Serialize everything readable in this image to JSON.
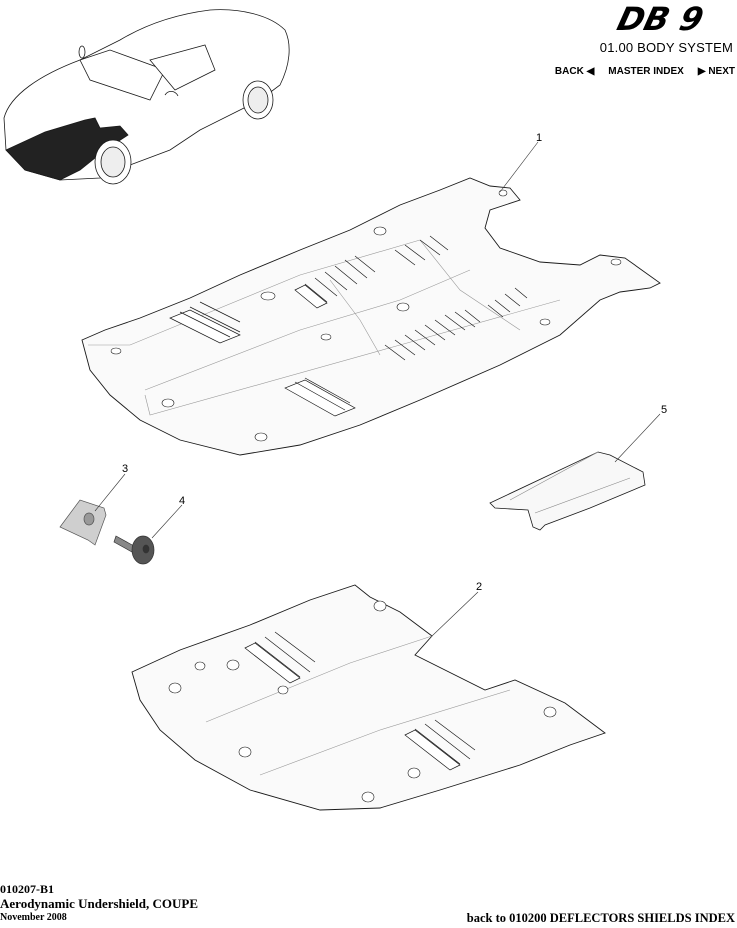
{
  "header": {
    "logo": "DB 9",
    "section": "01.00 BODY SYSTEM",
    "nav": {
      "back_label": "BACK",
      "master_index_label": "MASTER INDEX",
      "next_label": "NEXT"
    }
  },
  "diagram": {
    "callouts": [
      {
        "number": "1",
        "part": "main-undershield"
      },
      {
        "number": "2",
        "part": "rear-undershield"
      },
      {
        "number": "3",
        "part": "clip-nut"
      },
      {
        "number": "4",
        "part": "fastener-bolt"
      },
      {
        "number": "5",
        "part": "deflector-plate"
      }
    ],
    "callout_labels": {
      "c1": "1",
      "c2": "2",
      "c3": "3",
      "c4": "4",
      "c5": "5"
    }
  },
  "footer": {
    "code": "010207-B1",
    "title": "Aerodynamic Undershield, COUPE",
    "date": "November 2008",
    "back_link": "back to 010200 DEFLECTORS SHIELDS INDEX"
  },
  "colors": {
    "line": "#1a1a1a",
    "thin_line": "#888888",
    "highlight": "#222222",
    "part_fill": "#f6f6f6"
  }
}
